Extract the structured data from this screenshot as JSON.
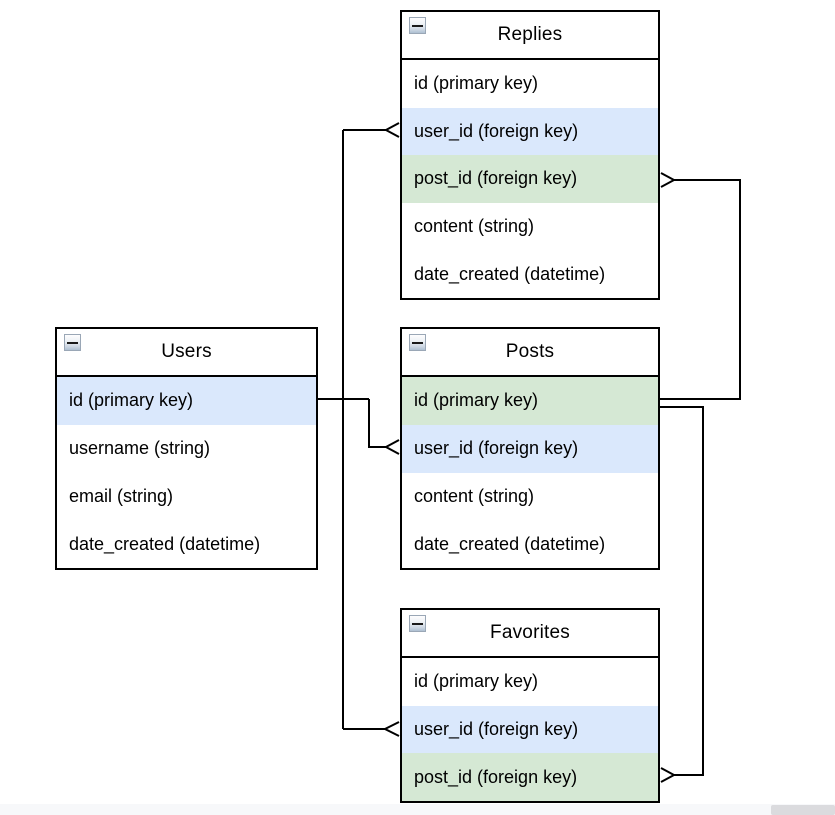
{
  "tables": {
    "replies": {
      "title": "Replies",
      "rows": [
        {
          "label": "id (primary key)",
          "highlight": "none"
        },
        {
          "label": "user_id (foreign key)",
          "highlight": "blue"
        },
        {
          "label": "post_id (foreign key)",
          "highlight": "green"
        },
        {
          "label": "content (string)",
          "highlight": "none"
        },
        {
          "label": "date_created (datetime)",
          "highlight": "none"
        }
      ]
    },
    "users": {
      "title": "Users",
      "rows": [
        {
          "label": "id (primary key)",
          "highlight": "blue"
        },
        {
          "label": "username (string)",
          "highlight": "none"
        },
        {
          "label": "email (string)",
          "highlight": "none"
        },
        {
          "label": "date_created (datetime)",
          "highlight": "none"
        }
      ]
    },
    "posts": {
      "title": "Posts",
      "rows": [
        {
          "label": "id (primary key)",
          "highlight": "green"
        },
        {
          "label": "user_id (foreign key)",
          "highlight": "blue"
        },
        {
          "label": "content (string)",
          "highlight": "none"
        },
        {
          "label": "date_created (datetime)",
          "highlight": "none"
        }
      ]
    },
    "favorites": {
      "title": "Favorites",
      "rows": [
        {
          "label": "id (primary key)",
          "highlight": "none"
        },
        {
          "label": "user_id (foreign key)",
          "highlight": "blue"
        },
        {
          "label": "post_id (foreign key)",
          "highlight": "green"
        }
      ]
    }
  },
  "relationships": [
    {
      "from": "Users.id",
      "to": "Replies.user_id"
    },
    {
      "from": "Users.id",
      "to": "Posts.user_id"
    },
    {
      "from": "Users.id",
      "to": "Favorites.user_id"
    },
    {
      "from": "Posts.id",
      "to": "Replies.post_id"
    },
    {
      "from": "Posts.id",
      "to": "Favorites.post_id"
    }
  ],
  "colors": {
    "user_fk_row": "#dae8fc",
    "post_fk_row": "#d5e8d4",
    "connector": "#000000",
    "table_border": "#000000"
  }
}
